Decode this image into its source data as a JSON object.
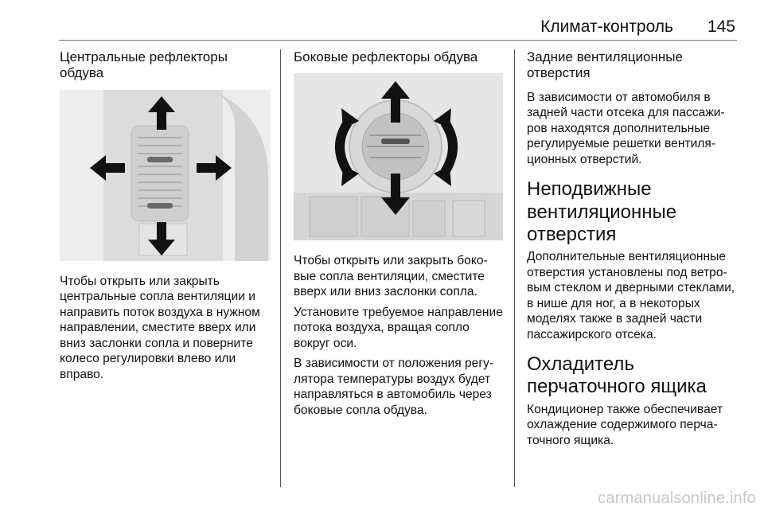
{
  "header": {
    "title": "Климат-контроль",
    "page_number": "145"
  },
  "left_column": {
    "heading": "Центральные рефлекторы обдува",
    "paragraph": "Чтобы открыть или закрыть центральные сопла вентиляции и направить поток воздуха в нужном направлении, сместите вверх или вниз заслонки сопла и поверните колесо регулировки влево или вправо."
  },
  "middle_column": {
    "heading": "Боковые рефлекторы обдува",
    "paragraphs": [
      "Чтобы открыть или закрыть боко­вые сопла вентиляции, сместите вверх или вниз заслонки сопла.",
      "Установите требуемое направле­ние потока воздуха, вращая сопло вокруг оси.",
      "В зависимости от положения регу­лятора температуры воздух будет направляться в автомобиль через боковые сопла обдува."
    ]
  },
  "right_column": {
    "section1_heading": "Задние вентиляционные отверстия",
    "section1_text": "В зависимости от автомобиля в задней части отсека для пассажи­ров находятся дополнительные регулируемые решетки вентиля­ционных отверстий.",
    "section2_heading": "Неподвижные вентиляционные отверстия",
    "section2_text": "Дополнительные вентиляционные отверстия установлены под ветро­вым стеклом и дверными стеклами, в нише для ног, а в некоторых моделях также в задней части пассажирского отсека.",
    "section3_heading": "Охладитель перчаточного ящика",
    "section3_text": "Кондиционер также обеспечивает охлаждение содержимого перча­точного ящика."
  },
  "watermark": "carmanualsonline.info",
  "colors": {
    "figure_bg": "#e9e9e9",
    "arrow": "#111111",
    "rule": "#777777"
  }
}
